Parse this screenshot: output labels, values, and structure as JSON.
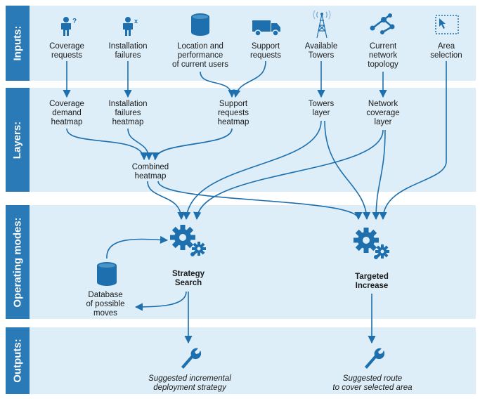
{
  "bands": {
    "inputs": "Inputs:",
    "layers": "Layers:",
    "operating_modes": "Operating modes:",
    "outputs": "Outputs:"
  },
  "inputs": {
    "coverage_requests": [
      "Coverage",
      "requests"
    ],
    "installation_failures": [
      "Installation",
      "failures"
    ],
    "location_performance": [
      "Location and",
      "performance",
      "of current users"
    ],
    "support_requests": [
      "Support",
      "requests"
    ],
    "available_towers": [
      "Available",
      "Towers"
    ],
    "network_topology": [
      "Current",
      "network",
      "topology"
    ],
    "area_selection": [
      "Area",
      "selection"
    ]
  },
  "layers": {
    "coverage_heatmap": [
      "Coverage",
      "demand",
      "heatmap"
    ],
    "installation_heatmap": [
      "Installation",
      "failures",
      "heatmap"
    ],
    "support_heatmap": [
      "Support",
      "requests",
      "heatmap"
    ],
    "towers_layer": [
      "Towers",
      "layer"
    ],
    "network_coverage_layer": [
      "Network",
      "coverage",
      "layer"
    ],
    "combined_heatmap": [
      "Combined",
      "heatmap"
    ]
  },
  "modes": {
    "strategy_search": [
      "Strategy",
      "Search"
    ],
    "targeted_increase": [
      "Targeted",
      "Increase"
    ],
    "database": [
      "Database",
      "of  possible",
      "moves"
    ]
  },
  "outputs": {
    "incremental_strategy": [
      "Suggested incremental",
      "deployment strategy"
    ],
    "suggested_route": [
      "Suggested route",
      "to cover selected area"
    ]
  },
  "colors": {
    "band_bg": "#ddeef8",
    "band_tab": "#2a7ab8",
    "icon": "#1d6fae",
    "arrow": "#1d6fae"
  }
}
